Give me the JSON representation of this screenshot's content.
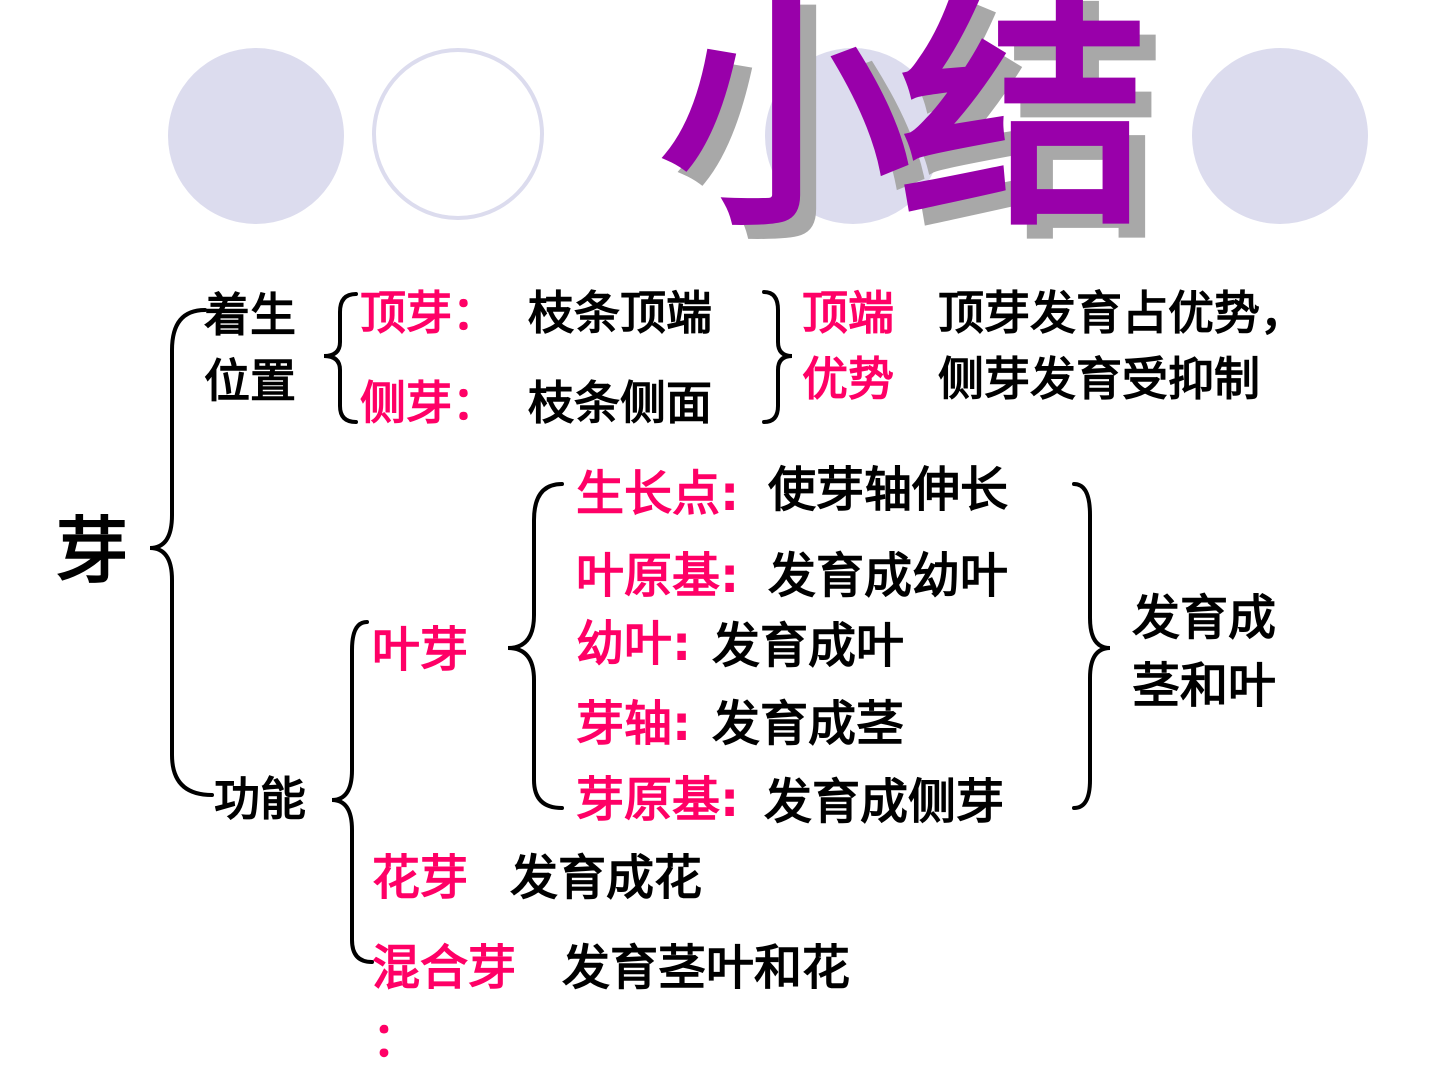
{
  "title": "小结",
  "colors": {
    "title": "#9900aa",
    "title_shadow": "#a8a8a8",
    "circle_fill": "#dcdcee",
    "circle_stroke": "#dcdcee",
    "emphasis": "#ff0066",
    "text": "#000000"
  },
  "root": "芽",
  "position": {
    "label_line1": "着生",
    "label_line2": "位置",
    "terminal_bud": {
      "term": "顶芽：",
      "desc": "枝条顶端"
    },
    "lateral_bud": {
      "term": "侧芽：",
      "desc": "枝条侧面"
    },
    "apical_dominance": {
      "term_line1": "顶端",
      "term_line2": "优势",
      "desc_line1": "顶芽发育占优势，",
      "desc_line2": "侧芽发育受抑制"
    }
  },
  "function": {
    "label": "功能",
    "leaf_bud": {
      "label": "叶芽",
      "parts": [
        {
          "term": "生长点:",
          "desc": "使芽轴伸长"
        },
        {
          "term": "叶原基:",
          "desc": "发育成幼叶"
        },
        {
          "term": "幼叶:",
          "desc": "发育成叶"
        },
        {
          "term": "芽轴:",
          "desc": "发育成茎"
        },
        {
          "term": "芽原基:",
          "desc": "发育成侧芽"
        }
      ],
      "result_line1": "发育成",
      "result_line2": "茎和叶"
    },
    "flower_bud": {
      "term": "花芽",
      "desc": "发育成花"
    },
    "mixed_bud": {
      "term": "混合芽",
      "colon": "：",
      "desc": "发育茎叶和花"
    }
  }
}
